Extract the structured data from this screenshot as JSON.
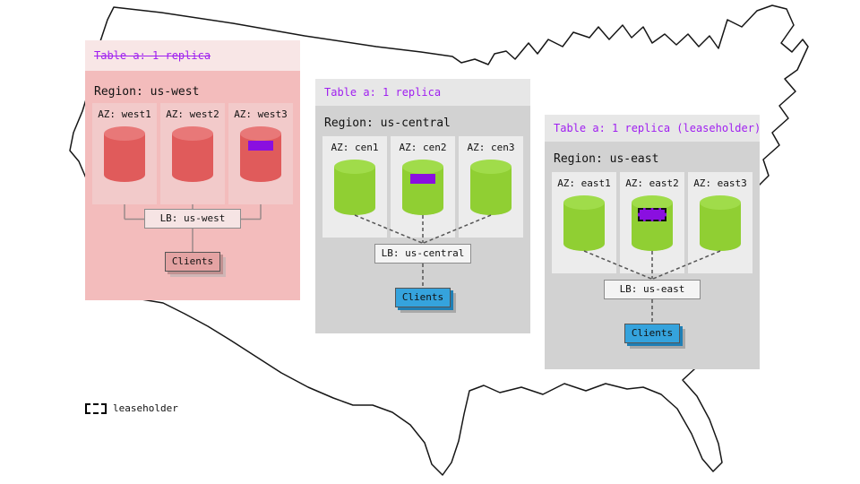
{
  "legend": {
    "label": "leaseholder"
  },
  "colors": {
    "purple_text": "#a020f0",
    "replica_purple": "#8a0fe0",
    "green_cylinder": "#90cf33",
    "red_cylinder": "#e05b5b",
    "clients_blue": "#35a3dd",
    "west_panel_pink": "#f3bcbc",
    "panel_gray": "#d2d2d2",
    "map_outline": "#161616"
  },
  "regions": [
    {
      "table_label": "Table a: 1 replica",
      "region_label": "Region: us-west",
      "azs": [
        {
          "label": "AZ: west1"
        },
        {
          "label": "AZ: west2"
        },
        {
          "label": "AZ: west3"
        }
      ],
      "lb_label": "LB: us-west",
      "clients_label": "Clients"
    },
    {
      "table_label": "Table a: 1 replica",
      "region_label": "Region: us-central",
      "azs": [
        {
          "label": "AZ: cen1"
        },
        {
          "label": "AZ: cen2"
        },
        {
          "label": "AZ: cen3"
        }
      ],
      "lb_label": "LB: us-central",
      "clients_label": "Clients"
    },
    {
      "table_label": "Table a: 1 replica (leaseholder)",
      "region_label": "Region: us-east",
      "azs": [
        {
          "label": "AZ: east1"
        },
        {
          "label": "AZ: east2"
        },
        {
          "label": "AZ: east3"
        }
      ],
      "lb_label": "LB: us-east",
      "clients_label": "Clients"
    }
  ]
}
